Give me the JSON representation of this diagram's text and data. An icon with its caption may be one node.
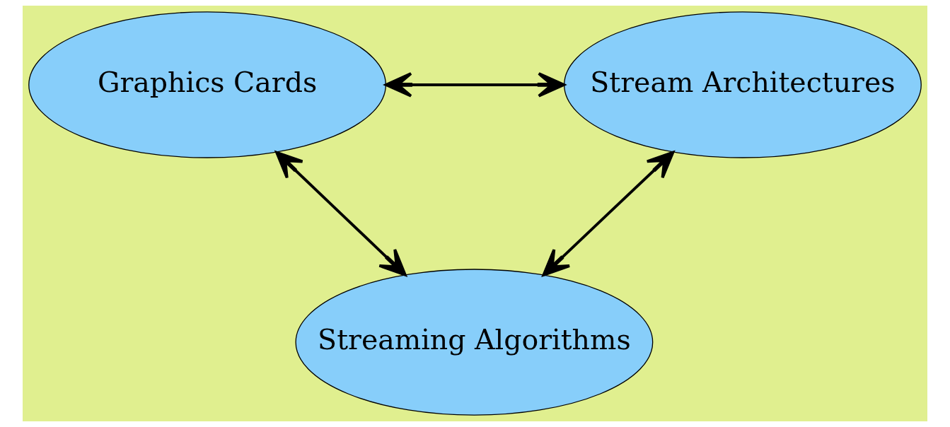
{
  "diagram": {
    "nodes": [
      {
        "text": [
          "Graphics Cards"
        ]
      },
      {
        "text": [
          "Stream Architectures"
        ]
      },
      {
        "text": [
          "Streaming Algorithms"
        ]
      }
    ],
    "edges": [
      {
        "from": 0,
        "to": 1,
        "arrow": "both"
      },
      {
        "from": 0,
        "to": 2,
        "arrow": "both"
      },
      {
        "from": 1,
        "to": 2,
        "arrow": "both"
      }
    ]
  }
}
